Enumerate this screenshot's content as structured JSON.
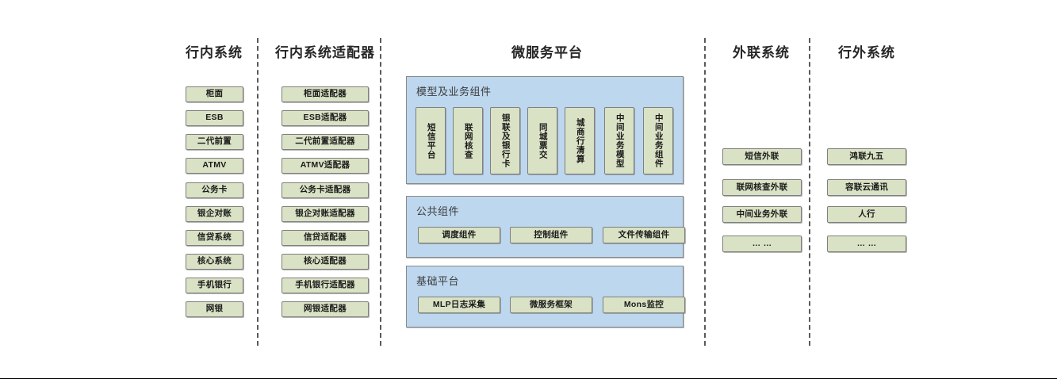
{
  "diagram": {
    "bottom_rule": true,
    "colors": {
      "node_fill": "#d9e2c4",
      "node_border": "#7f7f7f",
      "panel_fill": "#bdd7ee",
      "panel_border": "#8a8a8a",
      "separator": "#5a5a5a",
      "title_text": "#262626"
    }
  },
  "columns": {
    "in_bank": {
      "title": "行内系统",
      "items": [
        "柜面",
        "ESB",
        "二代前置",
        "ATMV",
        "公务卡",
        "银企对账",
        "信贷系统",
        "核心系统",
        "手机银行",
        "网银"
      ]
    },
    "in_bank_adapter": {
      "title": "行内系统适配器",
      "items": [
        "柜面适配器",
        "ESB适配器",
        "二代前置适配器",
        "ATMV适配器",
        "公务卡适配器",
        "银企对账适配器",
        "信贷适配器",
        "核心适配器",
        "手机银行适配器",
        "网银适配器"
      ]
    },
    "external_link": {
      "title": "外联系统",
      "items": [
        "短信外联",
        "联网核查外联",
        "中间业务外联",
        "… …"
      ]
    },
    "outside_bank": {
      "title": "行外系统",
      "items": [
        "鸿联九五",
        "容联云通讯",
        "人行",
        "… …"
      ]
    }
  },
  "platform": {
    "title": "微服务平台",
    "panels": [
      {
        "label": "模型及业务组件",
        "orientation": "vertical",
        "items": [
          "短信平台",
          "联网核查",
          "银联及银行卡",
          "同城票交",
          "城商行清算",
          "中间业务模型",
          "中间业务组件"
        ]
      },
      {
        "label": "公共组件",
        "orientation": "horizontal",
        "items": [
          "调度组件",
          "控制组件",
          "文件传输组件"
        ]
      },
      {
        "label": "基础平台",
        "orientation": "horizontal",
        "items": [
          "MLP日志采集",
          "微服务框架",
          "Mons监控"
        ]
      }
    ]
  }
}
